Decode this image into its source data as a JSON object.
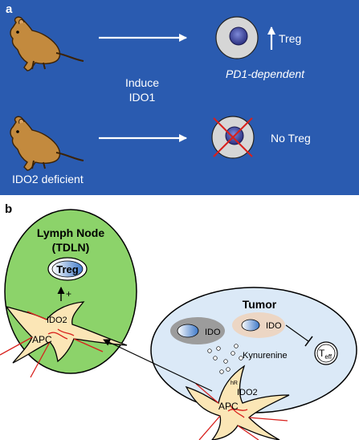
{
  "panel_a": {
    "label": "a",
    "induce_line1": "Induce",
    "induce_line2": "IDO1",
    "treg_label": "Treg",
    "pd1_label": "PD1-dependent",
    "no_treg_label": "No Treg",
    "ido2_deficient_label": "IDO2 deficient"
  },
  "panel_b": {
    "label": "b",
    "lymph_node_line1": "Lymph Node",
    "lymph_node_line2": "(TDLN)",
    "treg_label": "Treg",
    "plus_sign": "+",
    "ln_ido2_label": "IDO2",
    "ln_apc_label": "APC",
    "tumor_label": "Tumor",
    "ido_label_1": "IDO",
    "ido_label_2": "IDO",
    "kynurenine_label": "Kynurenine",
    "teff_main": "T",
    "teff_sub": "eff",
    "tumor_ido2_label": "IDO2",
    "tumor_apc_label": "APC",
    "small_label": "hR"
  },
  "colors": {
    "panel_a_bg": "#2a5bb0",
    "lymph_node_fill": "#8cd36a",
    "tumor_fill": "#dbe9f7",
    "apc_fill": "#fbe6b6",
    "arrow_red": "#d8201c"
  }
}
